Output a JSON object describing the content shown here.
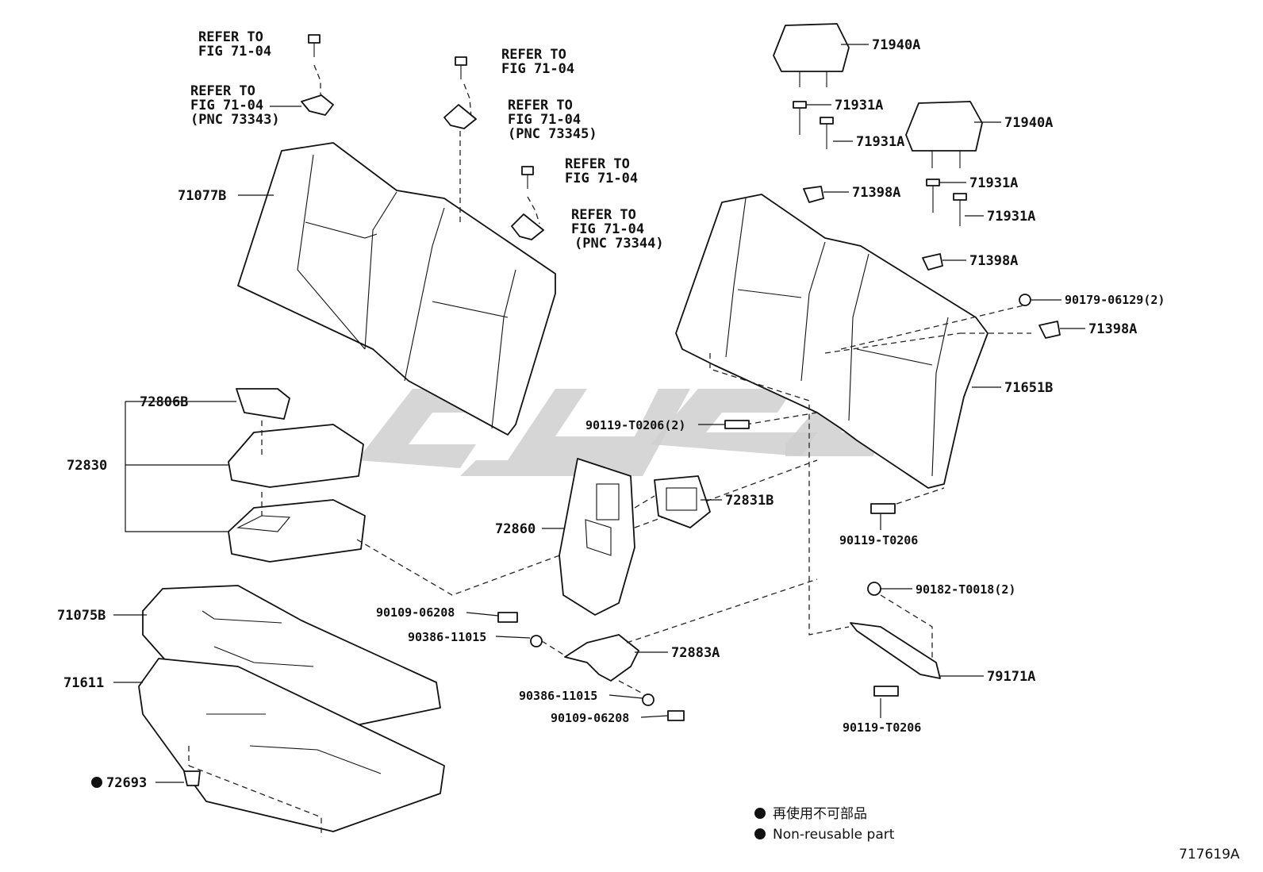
{
  "labels": {
    "refer1": "REFER TO",
    "refer1b": "FIG 71-04",
    "refer2": "REFER TO",
    "refer2b": "FIG 71-04",
    "refer2c": "(PNC 73343)",
    "refer3": "REFER TO",
    "refer3b": "FIG 71-04",
    "refer4": "REFER TO",
    "refer4b": "FIG 71-04",
    "refer4c": "(PNC 73345)",
    "refer5": "REFER TO",
    "refer5b": "FIG 71-04",
    "refer6": "REFER TO",
    "refer6b": "FIG 71-04",
    "refer6c": "(PNC 73344)",
    "p71077B": "71077B",
    "p72806B": "72806B",
    "p72830": "72830",
    "p71075B": "71075B",
    "p71611": "71611",
    "p72693": "72693",
    "p72860": "72860",
    "p72831B": "72831B",
    "p90109a": "90109-06208",
    "p90386a": "90386-11015",
    "p72883A": "72883A",
    "p90386b": "90386-11015",
    "p90109b": "90109-06208",
    "p71940A_1": "71940A",
    "p71931A_1": "71931A",
    "p71931A_2": "71931A",
    "p71940A_2": "71940A",
    "p71398A_1": "71398A",
    "p71931A_3": "71931A",
    "p71931A_4": "71931A",
    "p71398A_2": "71398A",
    "p90179": "90179-06129(2)",
    "p71398A_3": "71398A",
    "p71651B": "71651B",
    "p90119_2": "90119-T0206(2)",
    "p90119a": "90119-T0206",
    "p90182": "90182-T0018(2)",
    "p79171A": "79171A",
    "p90119b": "90119-T0206"
  },
  "legend": {
    "line1": "再使用不可部品",
    "line2": "Non-reusable part"
  },
  "figure_id": "717619A"
}
